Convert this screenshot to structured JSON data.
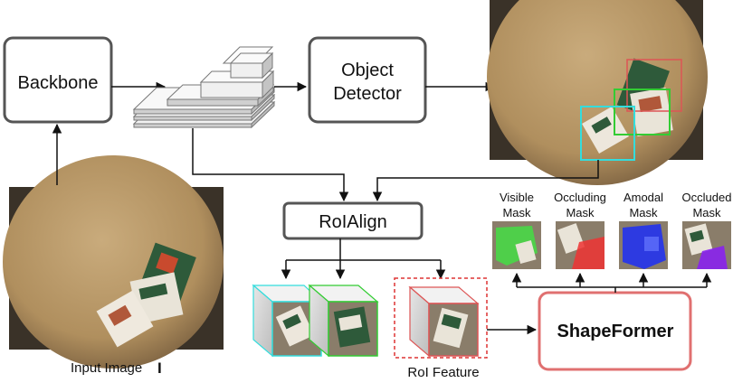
{
  "modules": {
    "backbone": "Backbone",
    "object_detector_line1": "Object",
    "object_detector_line2": "Detector",
    "roialign": "RoIAlign",
    "shapeformer": "ShapeFormer"
  },
  "captions": {
    "input_image": "Input Image",
    "input_symbol": "I",
    "roi_feature": "RoI Feature"
  },
  "masks": [
    {
      "line1": "Visible",
      "line2": "Mask",
      "color": "#22cc22"
    },
    {
      "line1": "Occluding",
      "line2": "Mask",
      "color": "#ee2222"
    },
    {
      "line1": "Amodal",
      "line2": "Mask",
      "color": "#2222ee"
    },
    {
      "line1": "Occluded",
      "line2": "Mask",
      "color": "#8822ee"
    }
  ],
  "colors": {
    "box_border": "#555555",
    "shapeformer_border": "#e07070",
    "bbox_cyan": "#33dddd",
    "bbox_green": "#33cc33",
    "bbox_red": "#dd5555"
  }
}
